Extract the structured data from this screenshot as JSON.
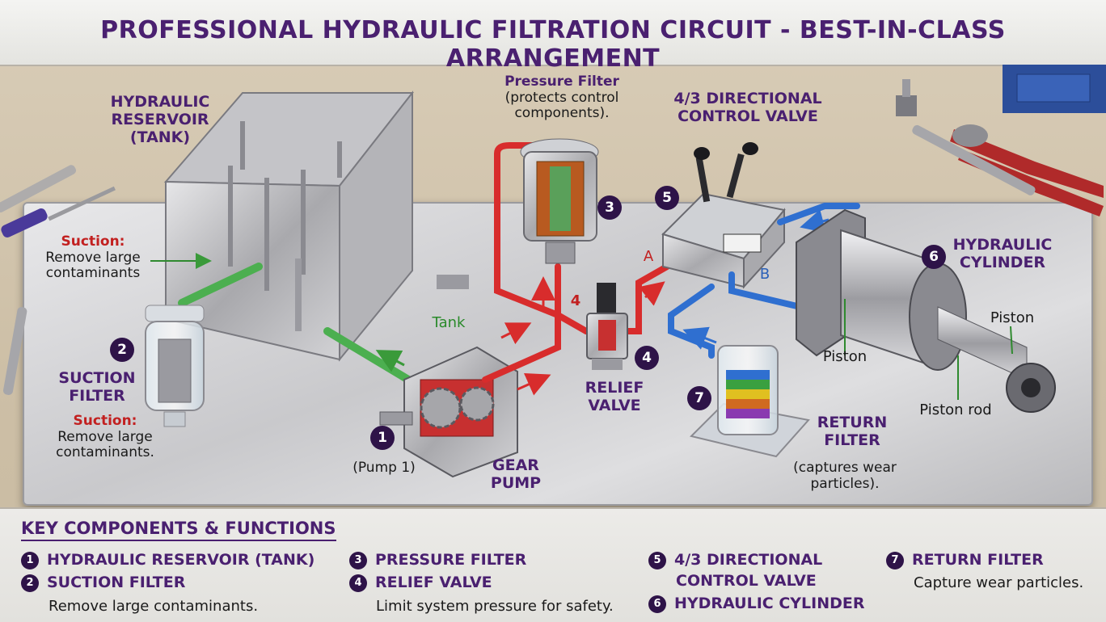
{
  "title": "PROFESSIONAL HYDRAULIC FILTRATION CIRCUIT - BEST-IN-CLASS ARRANGEMENT",
  "labels": {
    "reservoir": [
      "HYDRAULIC",
      "RESERVOIR (TANK)"
    ],
    "suction_top_heading": "Suction:",
    "suction_top_desc": [
      "Remove large",
      "contaminants"
    ],
    "suction_filter": [
      "SUCTION",
      "FILTER"
    ],
    "suction_bottom_heading": "Suction:",
    "suction_bottom_desc": [
      "Remove large",
      "contaminants."
    ],
    "tank": "Tank",
    "pressure_filter": "Pressure Filter",
    "pressure_filter_desc": [
      "(protects control",
      "components)."
    ],
    "directional_valve": [
      "4/3 DIRECTIONAL",
      "CONTROL VALVE"
    ],
    "port_a": "A",
    "port_b": "B",
    "pressure_mark": "4",
    "relief_valve": [
      "RELIEF",
      "VALVE"
    ],
    "pump_caption": "(Pump 1)",
    "gear_pump": [
      "GEAR",
      "PUMP"
    ],
    "hydraulic_cylinder": [
      "HYDRAULIC",
      "CYLINDER"
    ],
    "piston_left": "Piston",
    "piston_right": "Piston",
    "piston_rod": "Piston rod",
    "return_filter": [
      "RETURN",
      "FILTER"
    ],
    "return_filter_desc": [
      "(captures wear",
      "particles)."
    ]
  },
  "markers": {
    "suction_filter": "2",
    "pump": "1",
    "pressure_filter": "3",
    "relief_valve": "4",
    "directional_valve": "5",
    "cylinder": "6",
    "return_filter": "7"
  },
  "legend": {
    "title": "KEY COMPONENTS & FUNCTIONS",
    "items": [
      {
        "num": "1",
        "label": "HYDRAULIC RESERVOIR (TANK)"
      },
      {
        "num": "2",
        "label": "SUCTION FILTER",
        "desc": "Remove large contaminants."
      },
      {
        "num": "3",
        "label": "PRESSURE FILTER"
      },
      {
        "num": "4",
        "label": "RELIEF VALVE",
        "desc": "Limit system pressure for safety."
      },
      {
        "num": "5",
        "label": "4/3 DIRECTIONAL",
        "label2": "CONTROL VALVE"
      },
      {
        "num": "6",
        "label": "HYDRAULIC CYLINDER"
      },
      {
        "num": "7",
        "label": "RETURN FILTER",
        "desc": "Capture wear particles."
      }
    ]
  },
  "colors": {
    "title_purple": "#4a2070",
    "suction_line": "#4caf50",
    "pressure_line": "#d82c2c",
    "return_line": "#2f6fd0",
    "marker_bg": "#2e1348"
  }
}
